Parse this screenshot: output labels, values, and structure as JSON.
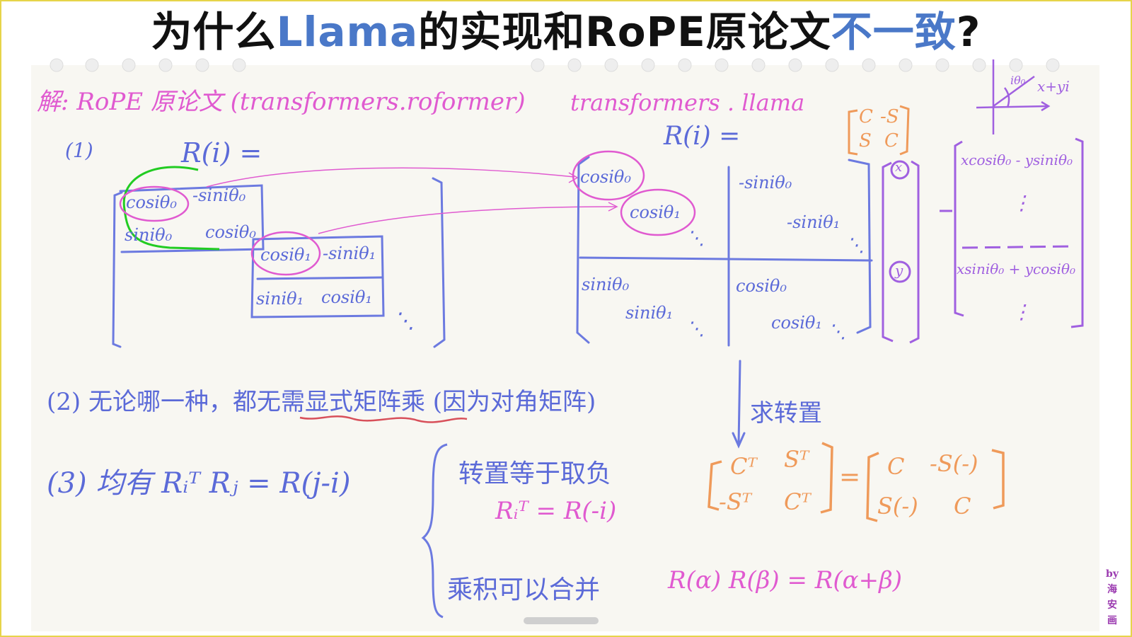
{
  "title": {
    "part1": "为什么",
    "part2": "Llama",
    "part3": "的实现和RoPE原论文",
    "part4": "不一致",
    "part5": "?"
  },
  "colors": {
    "title_blue": "#4a78c8",
    "pink_ink": "#e05ad0",
    "blue_ink": "#6c7ae0",
    "purple_ink": "#a060e0",
    "orange_ink": "#ef9a5a",
    "green_ink": "#22cc22",
    "red_ink": "#d8505a"
  },
  "notes": {
    "heading_left": "解: RoPE 原论文 (transformers.roformer)",
    "heading_right": "transformers . llama",
    "item1": "(1)",
    "R_eq_left": "R(i) =",
    "R_eq_right": "R(i) =",
    "rot_small": [
      "C",
      "-S",
      "S",
      "C"
    ],
    "left_matrix": {
      "b0": [
        "cosiθ₀",
        "-siniθ₀",
        "siniθ₀",
        "cosiθ₀"
      ],
      "b1": [
        "cosiθ₁",
        "-siniθ₁",
        "siniθ₁",
        "cosiθ₁"
      ],
      "dots": "⋱"
    },
    "right_matrix": {
      "tl": [
        "cosiθ₀",
        "cosiθ₁",
        "⋱"
      ],
      "tr": [
        "-siniθ₀",
        "-siniθ₁",
        "⋱"
      ],
      "bl": [
        "siniθ₀",
        "siniθ₁",
        "⋱"
      ],
      "br": [
        "cosiθ₀",
        "cosiθ₁",
        "⋱"
      ]
    },
    "vector": [
      "x",
      "y"
    ],
    "result": [
      "xcosiθ₀ - ysiniθ₀",
      "⋮",
      "xsiniθ₀ + ycosiθ₀",
      "⋮"
    ],
    "corner": {
      "angle": "iθ₀",
      "label": "x+yi"
    },
    "item2": "(2) 无论哪一种，都无需显式矩阵乘 (因为对角矩阵)",
    "transpose_label": "求转置",
    "item3": "(3) 均有 Rᵢᵀ Rⱼ = R(j-i)",
    "brace1": "转置等于取负",
    "brace1_eq": "Rᵢᵀ = R(-i)",
    "brace2": "乘积可以合并",
    "brace2_eq": "R(α) R(β) = R(α+β)",
    "transpose_lhs": [
      "Cᵀ",
      "Sᵀ",
      "-Sᵀ",
      "Cᵀ"
    ],
    "transpose_rhs": [
      "C",
      "-S(-)",
      "S(-)",
      "C"
    ],
    "equals": "="
  },
  "credit": [
    "by",
    "海",
    "安",
    "画"
  ]
}
